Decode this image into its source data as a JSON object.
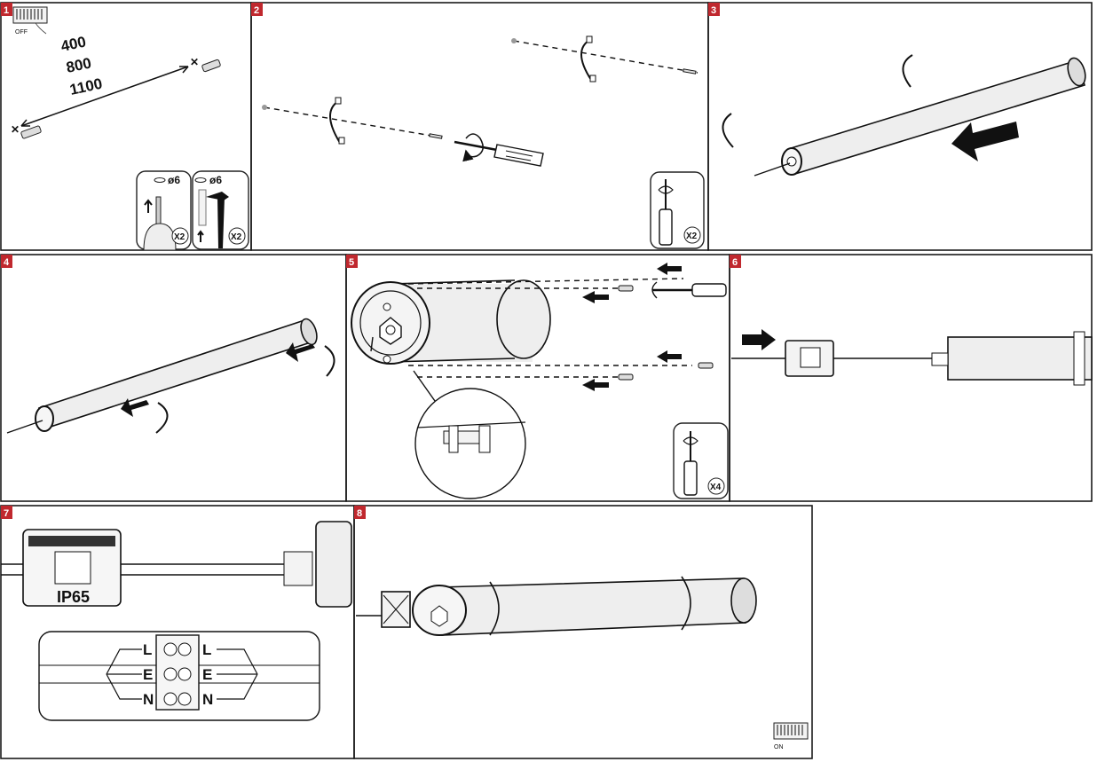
{
  "colors": {
    "step_badge": "#c0282e",
    "tube": "#eeeeee",
    "outline": "#1a1a1a"
  },
  "steps": [
    "1",
    "2",
    "3",
    "4",
    "5",
    "6",
    "7",
    "8"
  ],
  "step1": {
    "power_state": "OFF",
    "dimensions": [
      "400",
      "800",
      "1100"
    ],
    "drill_label": "ø6",
    "plug_label": "ø6",
    "drill_qty": "X2",
    "plug_qty": "X2"
  },
  "step2": {
    "screw_qty": "X2"
  },
  "step5": {
    "screw_qty": "X4"
  },
  "step7": {
    "rating": "IP65",
    "terminals": [
      "L",
      "E",
      "N"
    ]
  },
  "step8": {
    "power_state": "ON"
  },
  "icons": [
    "switch-off-icon",
    "drill-icon",
    "hammer-icon",
    "screwdriver-icon",
    "arrow-icon",
    "clip-icon",
    "terminal-block-icon",
    "switch-on-icon"
  ]
}
